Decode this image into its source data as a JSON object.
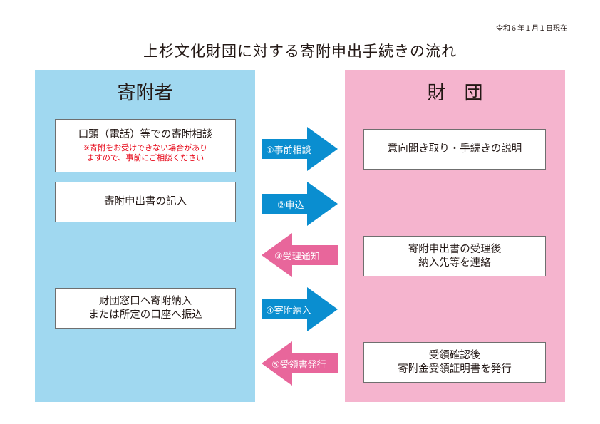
{
  "date_note": "令和６年１月１日現在",
  "title": "上杉文化財団に対する寄附申出手続きの流れ",
  "colors": {
    "donor_bg": "#a0d8f0",
    "foundation_bg": "#f5b4ce",
    "right_arrow": "#0a8ed0",
    "left_arrow": "#e8669b",
    "note_red": "#e60012"
  },
  "donor": {
    "heading": "寄附者",
    "box1": {
      "line1": "口頭（電話）等での寄附相談",
      "note1": "※寄附をお受けできない場合があり",
      "note2": "ますので、事前にご相談ください"
    },
    "box2": {
      "line1": "寄附申出書の記入"
    },
    "box3": {
      "line1": "財団窓口へ寄附納入",
      "line2": "または所定の口座へ振込"
    }
  },
  "foundation": {
    "heading": "財　団",
    "box1": {
      "line1": "意向聞き取り・手続きの説明"
    },
    "box2": {
      "line1": "寄附申出書の受理後",
      "line2": "納入先等を連絡"
    },
    "box3": {
      "line1": "受領確認後",
      "line2": "寄附金受領証明書を発行"
    }
  },
  "steps": [
    {
      "label": "①事前相談",
      "direction": "right",
      "icon": "arrow-right-icon"
    },
    {
      "label": "②申込",
      "direction": "right",
      "icon": "arrow-right-icon"
    },
    {
      "label": "③受理通知",
      "direction": "left",
      "icon": "arrow-left-icon"
    },
    {
      "label": "④寄附納入",
      "direction": "right",
      "icon": "arrow-right-icon"
    },
    {
      "label": "⑤受領書発行",
      "direction": "left",
      "icon": "arrow-left-icon"
    }
  ]
}
